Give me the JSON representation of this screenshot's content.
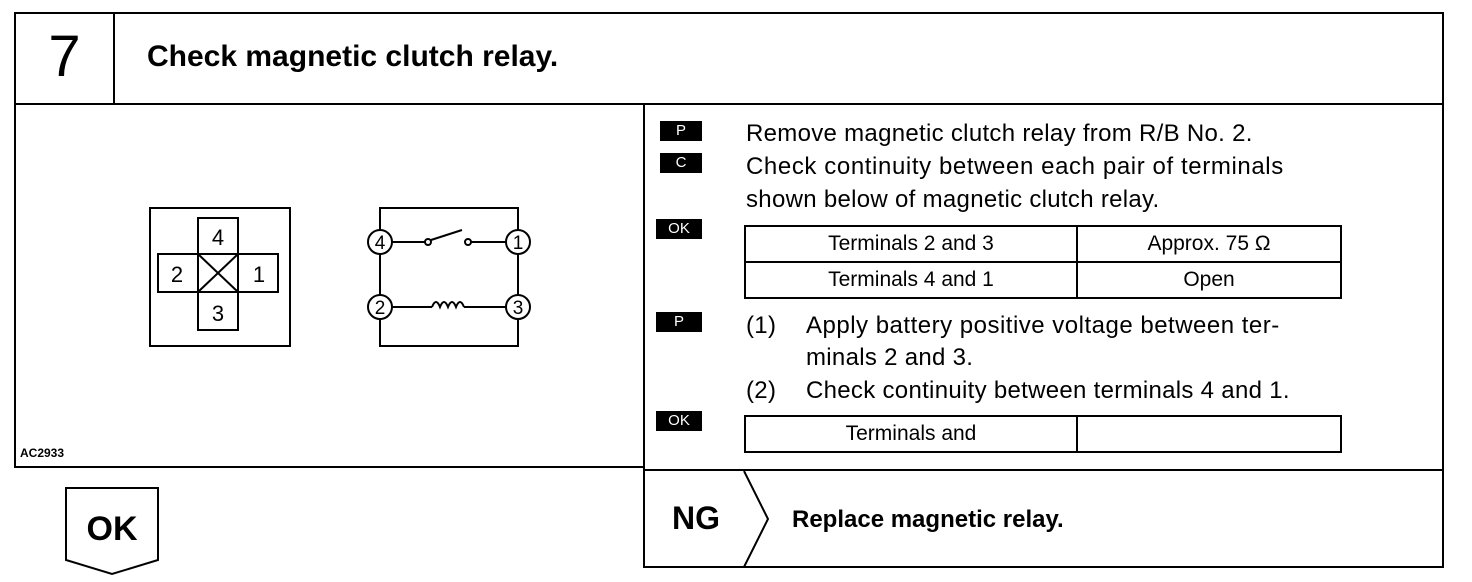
{
  "header": {
    "step_number": "7",
    "title": "Check magnetic clutch relay."
  },
  "figure": {
    "figure_id": "AC2933",
    "connector_labels": {
      "top": "4",
      "left": "2",
      "right": "1",
      "bottom": "3"
    },
    "circuit_terminals": {
      "top_left": "4",
      "top_right": "1",
      "bottom_left": "2",
      "bottom_right": "3"
    }
  },
  "procedure": {
    "step1_tag": "P",
    "step1_text": "Remove magnetic clutch relay from R/B No. 2.",
    "step2_tag": "C",
    "step2_line1": "Check continuity between each pair of terminals",
    "step2_line2": "shown below of magnetic clutch relay.",
    "ok_tag_1": "OK",
    "table1": [
      {
        "terminals": "Terminals 2 and 3",
        "value": "Approx. 75 Ω"
      },
      {
        "terminals": "Terminals 4 and 1",
        "value": "Open"
      }
    ],
    "step3_tag": "P",
    "sub1_num": "(1)",
    "sub1_line1": "Apply battery positive voltage between ter-",
    "sub1_line2": "minals 2 and 3.",
    "sub2_num": "(2)",
    "sub2_text": "Check continuity between terminals 4 and 1.",
    "ok_tag_2": "OK",
    "table2": [
      {
        "terminals": "Terminals and",
        "value": ""
      }
    ]
  },
  "result": {
    "ok_label": "OK",
    "ng_label": "NG",
    "ng_action": "Replace magnetic relay."
  }
}
